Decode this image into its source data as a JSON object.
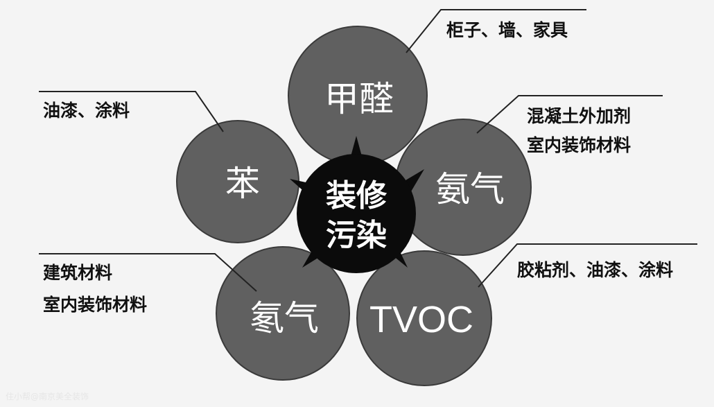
{
  "center": {
    "line1": "装修",
    "line2": "污染"
  },
  "pollutants": {
    "formaldehyde": {
      "name": "甲醛",
      "notes": [
        "柜子、墙、家具"
      ]
    },
    "ammonia": {
      "name": "氨气",
      "notes": [
        "混凝土外加剂",
        "室内装饰材料"
      ]
    },
    "tvoc": {
      "name": "TVOC",
      "notes": [
        "胶粘剂、油漆、涂料"
      ]
    },
    "radon": {
      "name": "氡气",
      "notes": [
        "建筑材料",
        "室内装饰材料"
      ]
    },
    "benzene": {
      "name": "苯",
      "notes": [
        "油漆、涂料"
      ]
    }
  },
  "watermark": "住小帮@南京美全装饰",
  "colors": {
    "petal": "#606060",
    "petal_stroke": "#3a3a3a",
    "center": "#0b0b0b",
    "line": "#222222"
  }
}
